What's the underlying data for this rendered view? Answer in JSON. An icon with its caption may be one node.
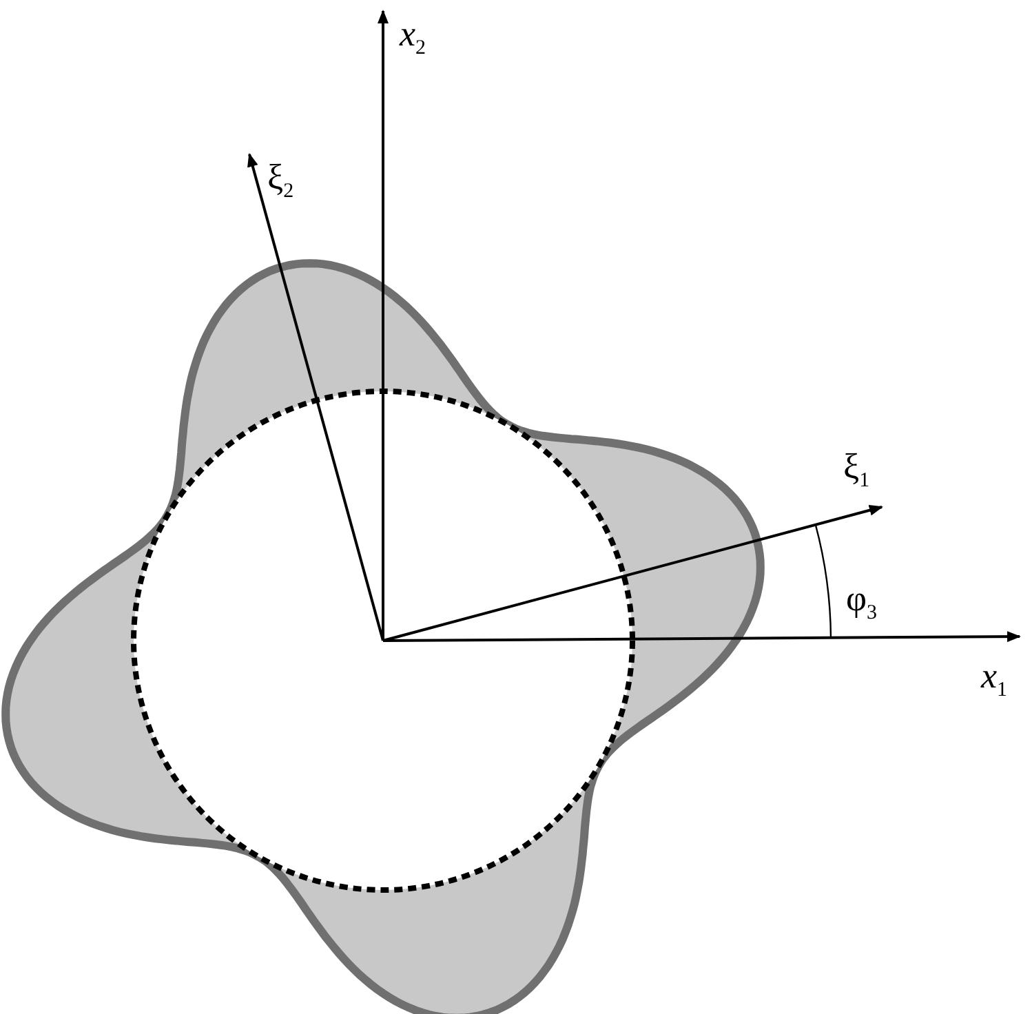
{
  "diagram": {
    "labels": [
      "*x*$_{2}$",
      "ξ$_{2}$",
      "ξ$_{1}$",
      "φ$_{3}$",
      "*x*$_{1}$"
    ]
  }
}
